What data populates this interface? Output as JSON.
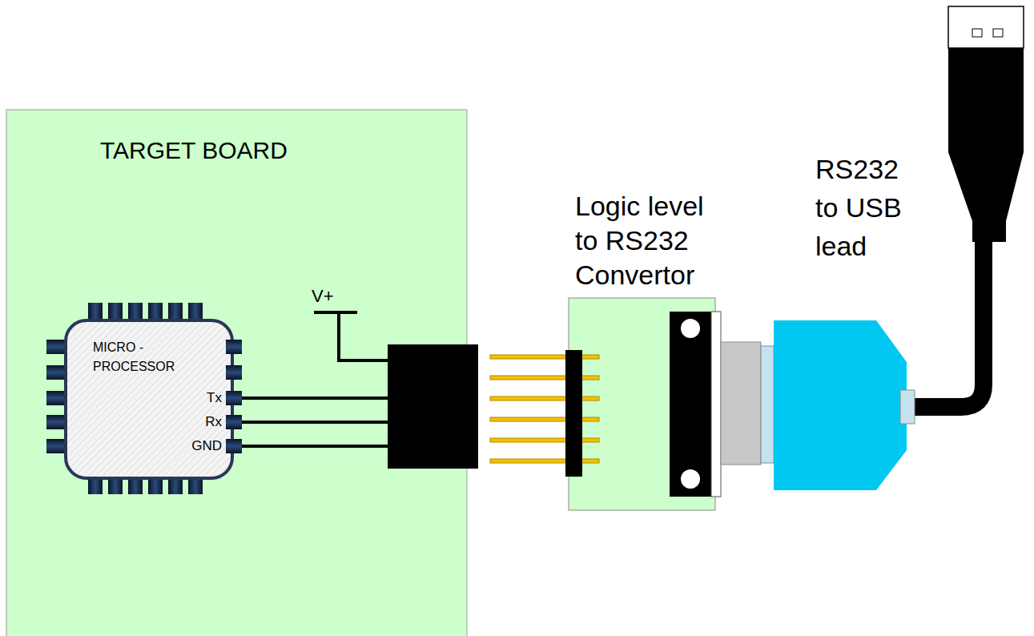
{
  "diagram": {
    "nodes": [
      {
        "text": [
          "TARGET BOARD"
        ]
      },
      {
        "text": [
          "MICRO - PROCESSOR"
        ],
        "in": 0
      },
      {
        "text": [
          "Logic level to RS232 Convertor"
        ]
      },
      {
        "text": [
          "RS232 to USB lead"
        ]
      }
    ],
    "labels": [
      "Tx",
      "Rx",
      "GND",
      "V+"
    ]
  }
}
